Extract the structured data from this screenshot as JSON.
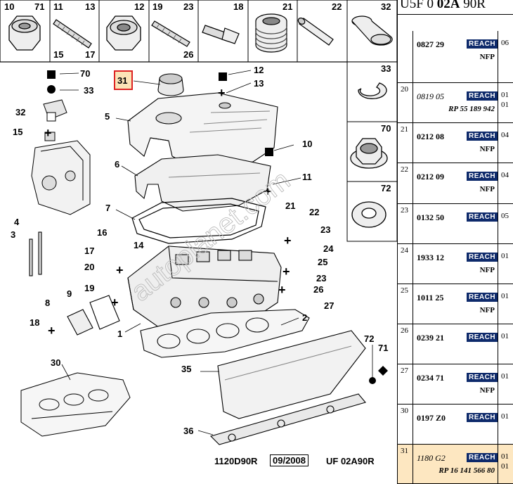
{
  "header": {
    "prefix": "U5F 0 ",
    "bold": "02A",
    "suffix": " 90R"
  },
  "top_tiles": [
    {
      "a": "10",
      "b": "71"
    },
    {
      "a": "11",
      "b": "13",
      "c": "15",
      "d": "17"
    },
    {
      "a": "12"
    },
    {
      "a": "19",
      "b": "23",
      "d": "26"
    },
    {
      "a": "18"
    },
    {
      "a": "21"
    },
    {
      "a": "22"
    },
    {
      "a": "32"
    }
  ],
  "side_tiles": [
    "33",
    "70",
    "72"
  ],
  "callouts": [
    "31",
    "5",
    "6",
    "7",
    "1",
    "2",
    "3",
    "4",
    "8",
    "9",
    "10",
    "11",
    "12",
    "13",
    "14",
    "15",
    "16",
    "17",
    "18",
    "19",
    "20",
    "21",
    "22",
    "23",
    "24",
    "25",
    "23",
    "26",
    "27",
    "30",
    "32",
    "33",
    "35",
    "36",
    "70",
    "71",
    "72"
  ],
  "footer": {
    "code1": "1120D90R",
    "date": "09/2008",
    "code2": "UF 02A90R"
  },
  "watermark": "autoplanet.com",
  "parts": [
    {
      "idx": "",
      "ref": "0827 29",
      "italic": false,
      "reach": "REACH",
      "sub": "NFP",
      "sub_italic": false,
      "qty": [
        "06"
      ],
      "highlight": false
    },
    {
      "idx": "20",
      "ref": "0819 05",
      "italic": true,
      "reach": "REACH",
      "sub": "RP 55 189 942",
      "sub_italic": true,
      "qty": [
        "01",
        "01"
      ],
      "highlight": false
    },
    {
      "idx": "21",
      "ref": "0212 08",
      "italic": false,
      "reach": "REACH",
      "sub": "NFP",
      "sub_italic": false,
      "qty": [
        "04"
      ],
      "highlight": false
    },
    {
      "idx": "22",
      "ref": "0212 09",
      "italic": false,
      "reach": "REACH",
      "sub": "NFP",
      "sub_italic": false,
      "qty": [
        "04"
      ],
      "highlight": false
    },
    {
      "idx": "23",
      "ref": "0132 50",
      "italic": false,
      "reach": "REACH",
      "sub": "",
      "sub_italic": false,
      "qty": [
        "05"
      ],
      "highlight": false
    },
    {
      "idx": "24",
      "ref": "1933 12",
      "italic": false,
      "reach": "REACH",
      "sub": "NFP",
      "sub_italic": false,
      "qty": [
        "01"
      ],
      "highlight": false
    },
    {
      "idx": "25",
      "ref": "1011 25",
      "italic": false,
      "reach": "REACH",
      "sub": "NFP",
      "sub_italic": false,
      "qty": [
        "01"
      ],
      "highlight": false
    },
    {
      "idx": "26",
      "ref": "0239 21",
      "italic": false,
      "reach": "REACH",
      "sub": "",
      "sub_italic": false,
      "qty": [
        "01"
      ],
      "highlight": false
    },
    {
      "idx": "27",
      "ref": "0234 71",
      "italic": false,
      "reach": "REACH",
      "sub": "NFP",
      "sub_italic": false,
      "qty": [
        "01"
      ],
      "highlight": false
    },
    {
      "idx": "30",
      "ref": "0197 Z0",
      "italic": false,
      "reach": "REACH",
      "sub": "",
      "sub_italic": false,
      "qty": [
        "01"
      ],
      "highlight": false
    },
    {
      "idx": "31",
      "ref": "1180 G2",
      "italic": true,
      "reach": "REACH",
      "sub": "RP 16 141 566 80",
      "sub_italic": true,
      "qty": [
        "01",
        "01"
      ],
      "highlight": true
    }
  ]
}
